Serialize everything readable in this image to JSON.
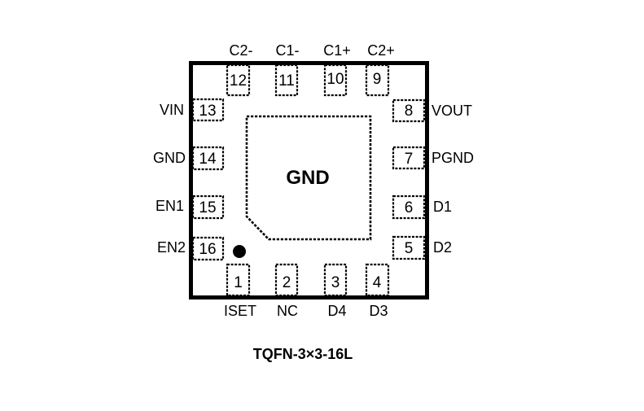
{
  "package": {
    "name": "TQFN-3×3-16L",
    "exposed_pad_label": "GND",
    "pin1_marker": "dot"
  },
  "pins": {
    "top": [
      {
        "number": "12",
        "name": "C2-"
      },
      {
        "number": "11",
        "name": "C1-"
      },
      {
        "number": "10",
        "name": "C1+"
      },
      {
        "number": "9",
        "name": "C2+"
      }
    ],
    "left": [
      {
        "number": "13",
        "name": "VIN"
      },
      {
        "number": "14",
        "name": "GND"
      },
      {
        "number": "15",
        "name": "EN1"
      },
      {
        "number": "16",
        "name": "EN2"
      }
    ],
    "right": [
      {
        "number": "8",
        "name": "VOUT"
      },
      {
        "number": "7",
        "name": "PGND"
      },
      {
        "number": "6",
        "name": "D1"
      },
      {
        "number": "5",
        "name": "D2"
      }
    ],
    "bottom": [
      {
        "number": "1",
        "name": "ISET"
      },
      {
        "number": "2",
        "name": "NC"
      },
      {
        "number": "3",
        "name": "D4"
      },
      {
        "number": "4",
        "name": "D3"
      }
    ]
  }
}
